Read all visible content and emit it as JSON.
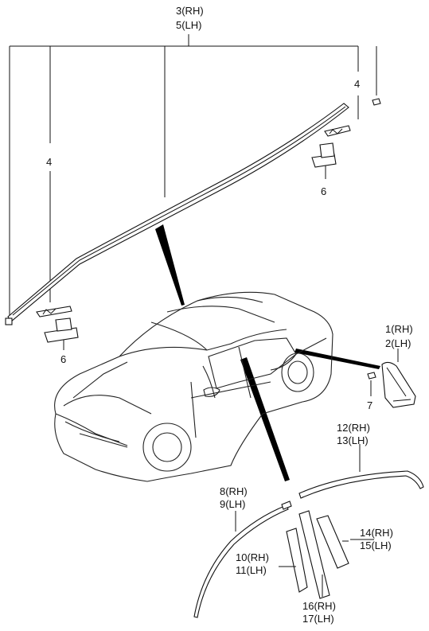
{
  "callouts": {
    "c3": "3(RH)",
    "c5": "5(LH)",
    "c4_left": "4",
    "c4_right": "4",
    "c6_left": "6",
    "c6_right": "6",
    "c1": "1(RH)",
    "c2": "2(LH)",
    "c7": "7",
    "c12": "12(RH)",
    "c13": "13(LH)",
    "c8": "8(RH)",
    "c9": "9(LH)",
    "c10": "10(RH)",
    "c11": "11(LH)",
    "c14": "14(RH)",
    "c15": "15(LH)",
    "c16": "16(RH)",
    "c17": "17(LH)"
  }
}
